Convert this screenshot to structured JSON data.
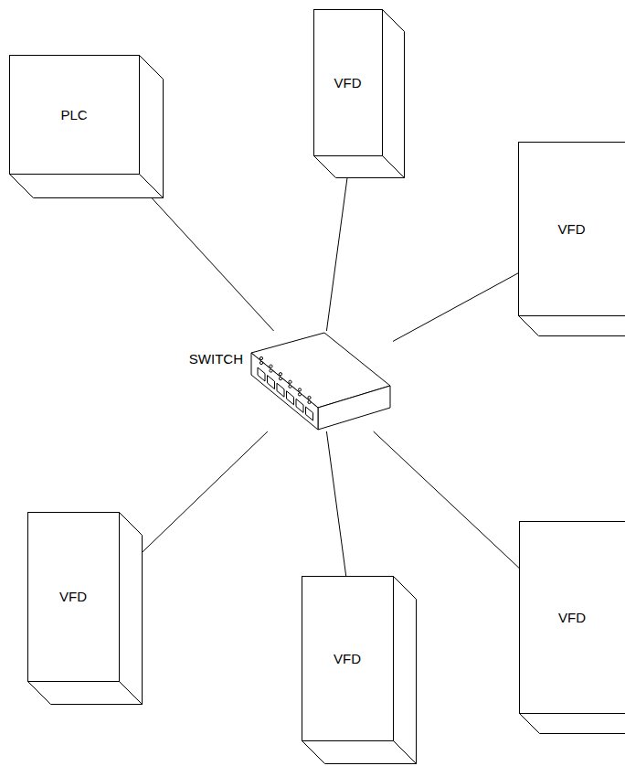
{
  "diagram": {
    "nodes": [
      {
        "text": [
          "PLC"
        ]
      },
      {
        "text": [
          "VFD"
        ]
      },
      {
        "text": [
          "VFD"
        ]
      },
      {
        "text": [
          "SWITCH"
        ]
      },
      {
        "text": [
          "VFD"
        ]
      },
      {
        "text": [
          "VFD"
        ]
      },
      {
        "text": [
          "VFD"
        ]
      }
    ],
    "edges": [
      {
        "from": 0,
        "to": 3,
        "arrow": "none"
      },
      {
        "from": 1,
        "to": 3,
        "arrow": "none"
      },
      {
        "from": 2,
        "to": 3,
        "arrow": "none"
      },
      {
        "from": 4,
        "to": 3,
        "arrow": "none"
      },
      {
        "from": 5,
        "to": 3,
        "arrow": "none"
      },
      {
        "from": 6,
        "to": 3,
        "arrow": "none"
      }
    ]
  }
}
